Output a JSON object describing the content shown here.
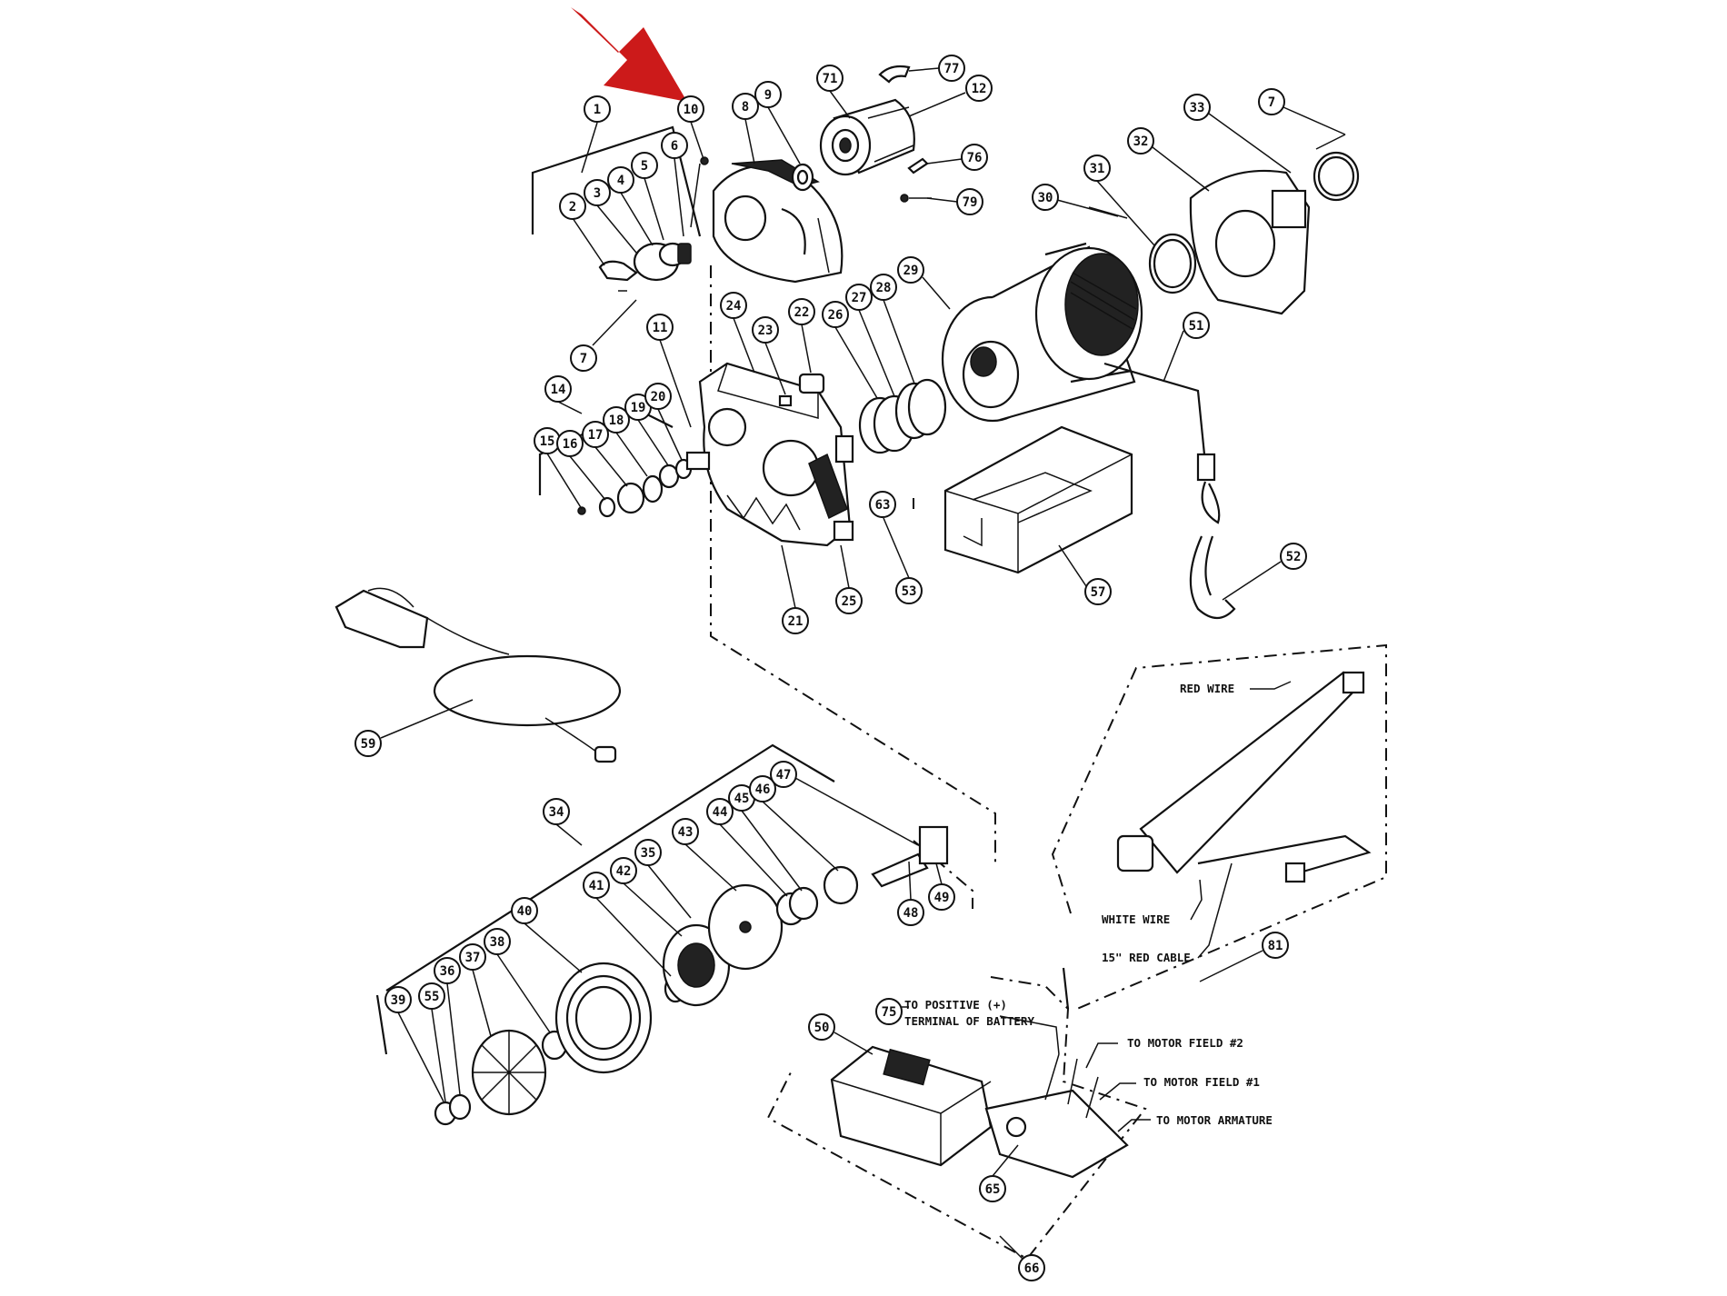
{
  "title": "",
  "colors": {
    "line": "#111111",
    "highlight_arrow": "#cc1a1a",
    "background": "#ffffff"
  },
  "callouts": [
    {
      "id": "c1",
      "text": "1"
    },
    {
      "id": "c2",
      "text": "2"
    },
    {
      "id": "c3",
      "text": "3"
    },
    {
      "id": "c4",
      "text": "4"
    },
    {
      "id": "c5",
      "text": "5"
    },
    {
      "id": "c6",
      "text": "6"
    },
    {
      "id": "c7a",
      "text": "7"
    },
    {
      "id": "c7b",
      "text": "7"
    },
    {
      "id": "c8",
      "text": "8"
    },
    {
      "id": "c9",
      "text": "9"
    },
    {
      "id": "c10",
      "text": "10"
    },
    {
      "id": "c11",
      "text": "11"
    },
    {
      "id": "c12",
      "text": "12"
    },
    {
      "id": "c14",
      "text": "14"
    },
    {
      "id": "c15",
      "text": "15"
    },
    {
      "id": "c16",
      "text": "16"
    },
    {
      "id": "c17",
      "text": "17"
    },
    {
      "id": "c18",
      "text": "18"
    },
    {
      "id": "c19",
      "text": "19"
    },
    {
      "id": "c20",
      "text": "20"
    },
    {
      "id": "c21",
      "text": "21"
    },
    {
      "id": "c22",
      "text": "22"
    },
    {
      "id": "c23",
      "text": "23"
    },
    {
      "id": "c24",
      "text": "24"
    },
    {
      "id": "c25",
      "text": "25"
    },
    {
      "id": "c26",
      "text": "26"
    },
    {
      "id": "c27",
      "text": "27"
    },
    {
      "id": "c28",
      "text": "28"
    },
    {
      "id": "c29",
      "text": "29"
    },
    {
      "id": "c30",
      "text": "30"
    },
    {
      "id": "c31",
      "text": "31"
    },
    {
      "id": "c32",
      "text": "32"
    },
    {
      "id": "c33",
      "text": "33"
    },
    {
      "id": "c34",
      "text": "34"
    },
    {
      "id": "c35",
      "text": "35"
    },
    {
      "id": "c36",
      "text": "36"
    },
    {
      "id": "c37",
      "text": "37"
    },
    {
      "id": "c38",
      "text": "38"
    },
    {
      "id": "c39",
      "text": "39"
    },
    {
      "id": "c40",
      "text": "40"
    },
    {
      "id": "c41",
      "text": "41"
    },
    {
      "id": "c42",
      "text": "42"
    },
    {
      "id": "c43",
      "text": "43"
    },
    {
      "id": "c44",
      "text": "44"
    },
    {
      "id": "c45",
      "text": "45"
    },
    {
      "id": "c46",
      "text": "46"
    },
    {
      "id": "c47",
      "text": "47"
    },
    {
      "id": "c48",
      "text": "48"
    },
    {
      "id": "c49",
      "text": "49"
    },
    {
      "id": "c50",
      "text": "50"
    },
    {
      "id": "c51",
      "text": "51"
    },
    {
      "id": "c52",
      "text": "52"
    },
    {
      "id": "c53",
      "text": "53"
    },
    {
      "id": "c55",
      "text": "55"
    },
    {
      "id": "c57",
      "text": "57"
    },
    {
      "id": "c59",
      "text": "59"
    },
    {
      "id": "c63",
      "text": "63"
    },
    {
      "id": "c65",
      "text": "65"
    },
    {
      "id": "c66",
      "text": "66"
    },
    {
      "id": "c71",
      "text": "71"
    },
    {
      "id": "c75",
      "text": "75"
    },
    {
      "id": "c76",
      "text": "76"
    },
    {
      "id": "c77",
      "text": "77"
    },
    {
      "id": "c79",
      "text": "79"
    },
    {
      "id": "c81",
      "text": "81"
    }
  ],
  "labels": {
    "red_wire": "RED WIRE",
    "white_wire": "WHITE WIRE",
    "red_cable": "15\" RED CABLE",
    "battery_line1": "TO POSITIVE (+)",
    "battery_line2": "TERMINAL OF BATTERY",
    "motor_field_2": "TO MOTOR FIELD #2",
    "motor_field_1": "TO MOTOR FIELD #1",
    "motor_armature": "TO MOTOR ARMATURE"
  }
}
